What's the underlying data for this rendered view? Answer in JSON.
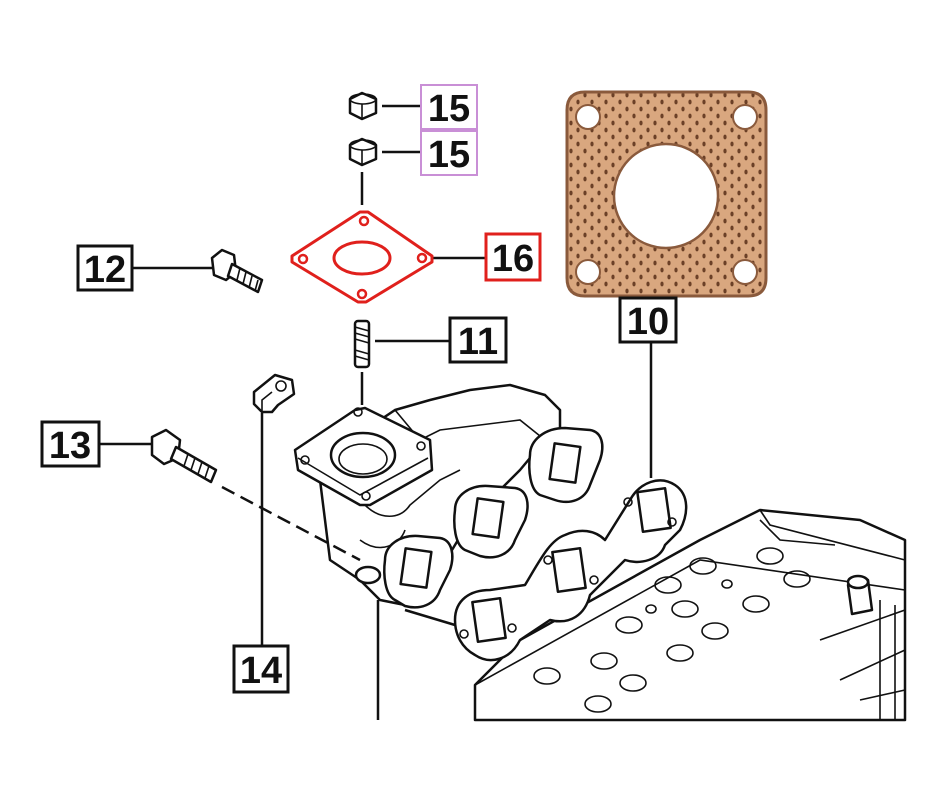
{
  "diagram": {
    "labels": [
      {
        "id": "15a",
        "text": "15",
        "style": "highlight-purple"
      },
      {
        "id": "15b",
        "text": "15",
        "style": "highlight-purple"
      },
      {
        "id": "16",
        "text": "16",
        "style": "highlight-red"
      },
      {
        "id": "12",
        "text": "12",
        "style": "normal"
      },
      {
        "id": "11",
        "text": "11",
        "style": "normal"
      },
      {
        "id": "10",
        "text": "10",
        "style": "normal"
      },
      {
        "id": "13",
        "text": "13",
        "style": "normal"
      },
      {
        "id": "14",
        "text": "14",
        "style": "normal"
      }
    ],
    "colors": {
      "ink": "#111111",
      "purple_highlight": "#c98fd6",
      "red_highlight": "#e0201c",
      "gasket_copper": "#d9a77f",
      "gasket_copper_dark": "#8a5a3c"
    }
  }
}
